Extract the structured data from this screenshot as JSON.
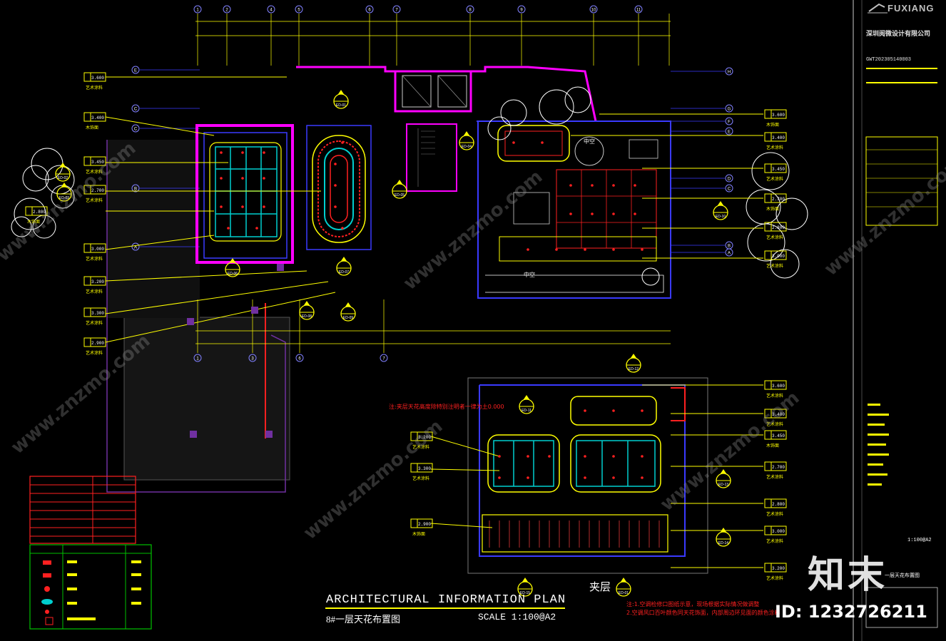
{
  "sheet": {
    "title": "ARCHITECTURAL INFORMATION PLAN",
    "subtitle": "8#一层天花布置图",
    "scale": "SCALE 1:100@A2",
    "mezzanine_label": "夹层",
    "void_label": "中空",
    "note_1": "注:1.空调检修口图纸示意，现场根据实际情况做调整",
    "note_2": "2.空调风口百叶颜色同天花饰面，内部周边环见面的颜色涂料",
    "mezz_note": "注:夹层天花高度除特别注明者一律为土0.000"
  },
  "title_block": {
    "brand": "FUXIANG",
    "company": "深圳阅微设计有限公司",
    "project_code": "GWT202305140003",
    "scale": "1:100@A2",
    "drawing_name": "一层天花布置图"
  },
  "watermark": {
    "logo_text": "知末",
    "id_text": "ID: 1232726211",
    "site_text": "www.znzmo.com"
  },
  "grid_top": [
    "1",
    "2",
    "4",
    "5",
    "6",
    "7",
    "8",
    "9",
    "10",
    "11"
  ],
  "grid_bottom": [
    "1",
    "3",
    "6",
    "7"
  ],
  "grid_left": [
    "E",
    "C",
    "C",
    "B",
    "A"
  ],
  "grid_right": [
    "H",
    "G",
    "F",
    "E",
    "D",
    "C",
    "B",
    "A"
  ],
  "ceiling_tags": [
    "3.600",
    "3.400",
    "3.450",
    "2.700",
    "2.800",
    "3.000",
    "3.200",
    "3.300",
    "2.900"
  ],
  "material_labels": [
    "艺术涂料",
    "木饰面",
    "艺术涂料",
    "艺术涂料",
    "木饰面",
    "艺术涂料",
    "艺术涂料",
    "艺术涂料"
  ],
  "section_marks": [
    "ED-01",
    "ED-02",
    "ED-03",
    "ED-04",
    "ED-05",
    "ED-06",
    "ED-07",
    "ED-08",
    "ED-09",
    "ED-10",
    "ED-11",
    "ED-12",
    "ED-13",
    "ED-14",
    "ED-15"
  ],
  "colors": {
    "background": "#000000",
    "yellow": "#ffff00",
    "cyan": "#00ffff",
    "magenta": "#ff00ff",
    "red": "#ff0000",
    "blue": "#3a3aff",
    "green": "#00ff00",
    "white": "#ffffff",
    "gray": "#8a8a8a"
  }
}
